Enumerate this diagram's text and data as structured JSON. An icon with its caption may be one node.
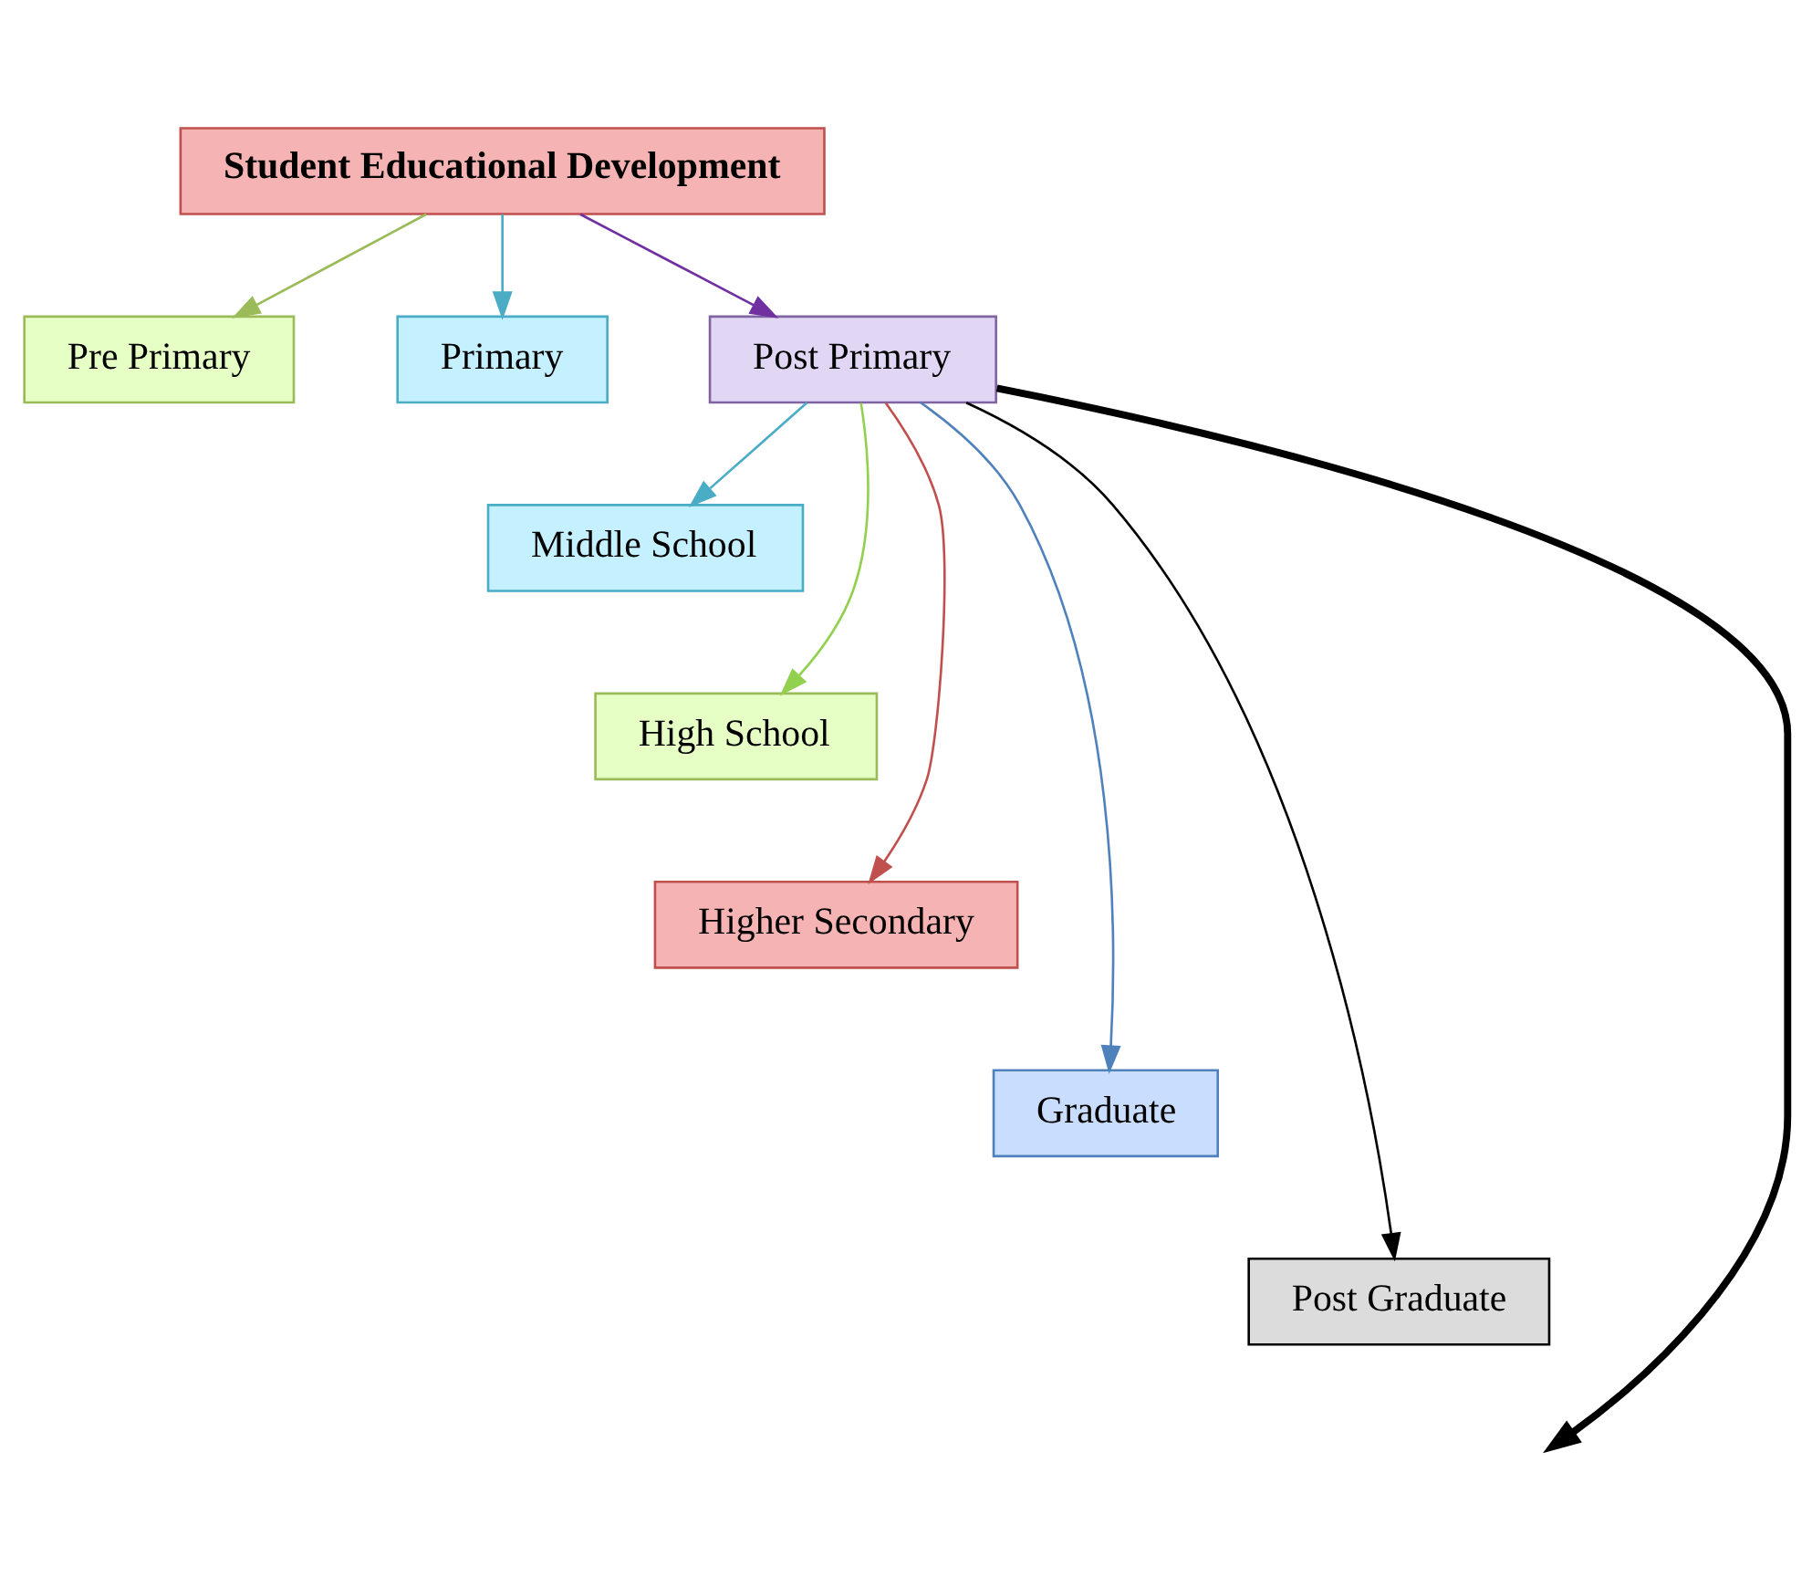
{
  "diagram": {
    "nodes": [
      {
        "text": [
          "Student Educational Development"
        ]
      },
      {
        "text": [
          "Pre Primary"
        ]
      },
      {
        "text": [
          "Primary"
        ]
      },
      {
        "text": [
          "Post Primary"
        ]
      },
      {
        "text": [
          "Middle School"
        ]
      },
      {
        "text": [
          "High School"
        ]
      },
      {
        "text": [
          "Higher Secondary"
        ]
      },
      {
        "text": [
          "Graduate"
        ]
      },
      {
        "text": [
          "Post Graduate"
        ]
      }
    ],
    "edges": [
      {
        "from": 0,
        "to": 1,
        "arrow": "to",
        "color": "#9bbb59"
      },
      {
        "from": 0,
        "to": 2,
        "arrow": "to",
        "color": "#4bacc6"
      },
      {
        "from": 0,
        "to": 3,
        "arrow": "to",
        "color": "#7030a0"
      },
      {
        "from": 3,
        "to": null,
        "arrow": "to",
        "style": "thick",
        "color": "#000000"
      },
      {
        "from": 3,
        "to": 4,
        "arrow": "to",
        "color": "#4bacc6"
      },
      {
        "from": 3,
        "to": 5,
        "arrow": "to",
        "color": "#92d050"
      },
      {
        "from": 3,
        "to": 6,
        "arrow": "to",
        "color": "#c0504d"
      },
      {
        "from": 3,
        "to": 7,
        "arrow": "to",
        "color": "#4f81bd"
      },
      {
        "from": 3,
        "to": 8,
        "arrow": "to",
        "color": "#000000"
      }
    ]
  }
}
